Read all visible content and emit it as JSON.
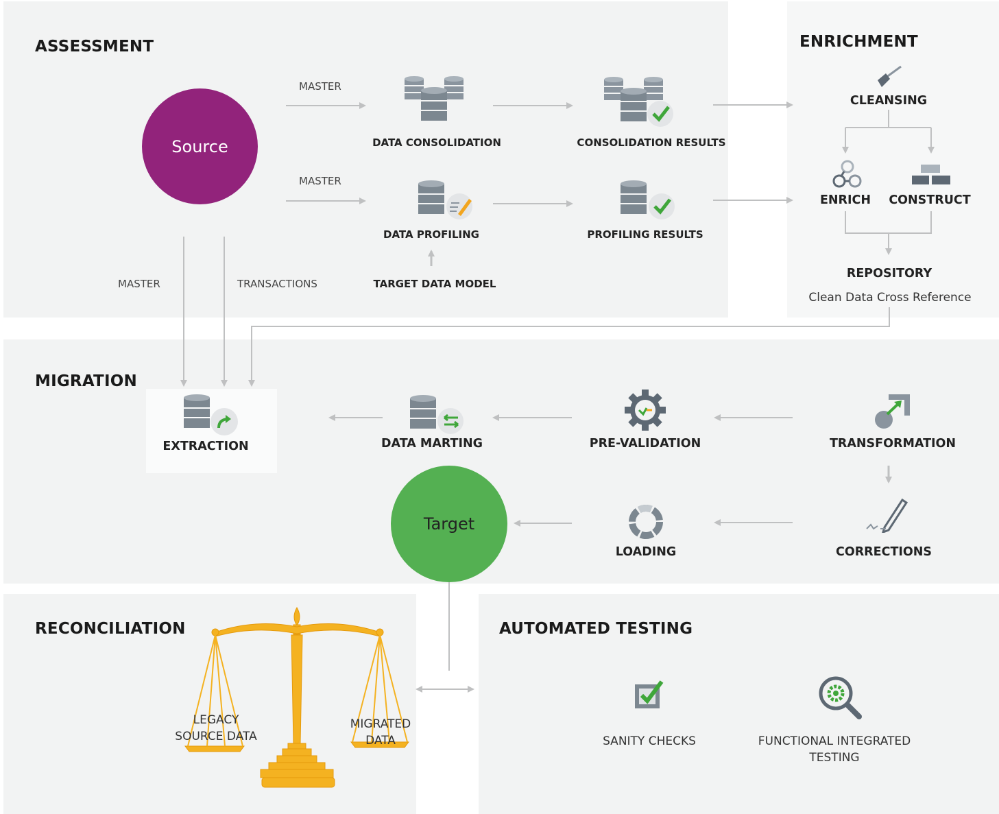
{
  "sections": {
    "assessment": "ASSESSMENT",
    "enrichment": "ENRICHMENT",
    "migration": "MIGRATION",
    "reconciliation": "RECONCILIATION",
    "automated_testing": "AUTOMATED TESTING"
  },
  "assessment": {
    "source": "Source",
    "master_label_1": "MASTER",
    "master_label_2": "MASTER",
    "data_consolidation": "DATA CONSOLIDATION",
    "consolidation_results": "CONSOLIDATION RESULTS",
    "data_profiling": "DATA PROFILING",
    "profiling_results": "PROFILING RESULTS",
    "target_data_model": "TARGET DATA MODEL",
    "master_down": "MASTER",
    "transactions_down": "TRANSACTIONS"
  },
  "enrichment": {
    "cleansing": "CLEANSING",
    "enrich": "ENRICH",
    "construct": "CONSTRUCT",
    "repository": "REPOSITORY",
    "repository_sub": "Clean Data Cross Reference"
  },
  "migration": {
    "extraction": "EXTRACTION",
    "data_marting": "DATA MARTING",
    "pre_validation": "PRE-VALIDATION",
    "transformation": "TRANSFORMATION",
    "corrections": "CORRECTIONS",
    "loading": "LOADING",
    "target": "Target"
  },
  "reconciliation": {
    "legacy_line1": "LEGACY",
    "legacy_line2": "SOURCE DATA",
    "migrated_line1": "MIGRATED",
    "migrated_line2": "DATA"
  },
  "testing": {
    "sanity_checks": "SANITY CHECKS",
    "functional_line1": "FUNCTIONAL INTEGRATED",
    "functional_line2": "TESTING"
  },
  "colors": {
    "source": "#92237b",
    "target": "#54b052",
    "panel": "#f2f3f3",
    "arrow": "#bfc0c1",
    "icon_gray": "#8a949e",
    "icon_dark": "#5d6873",
    "check_green": "#3fa63a",
    "scale_gold": "#f4b221"
  }
}
